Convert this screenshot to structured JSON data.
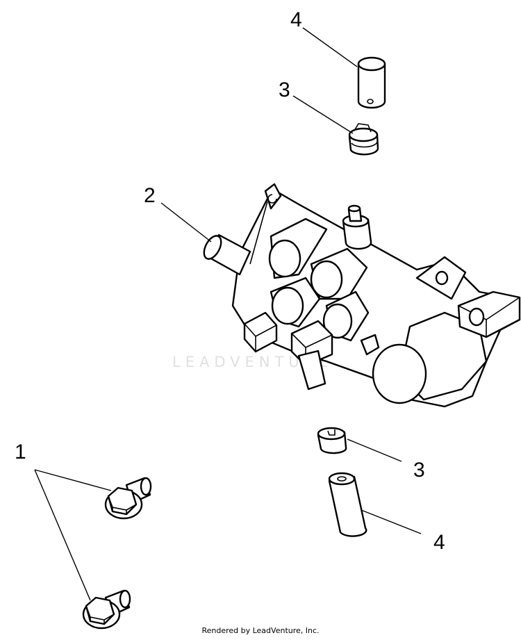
{
  "callouts": [
    {
      "id": "c4-top",
      "text": "4"
    },
    {
      "id": "c3-top",
      "text": "3"
    },
    {
      "id": "c2",
      "text": "2"
    },
    {
      "id": "c1",
      "text": "1"
    },
    {
      "id": "c3-bottom",
      "text": "3"
    },
    {
      "id": "c4-bottom",
      "text": "4"
    }
  ],
  "watermark": "LEADVENTURE",
  "footer": "Rendered by LeadVenture, Inc."
}
